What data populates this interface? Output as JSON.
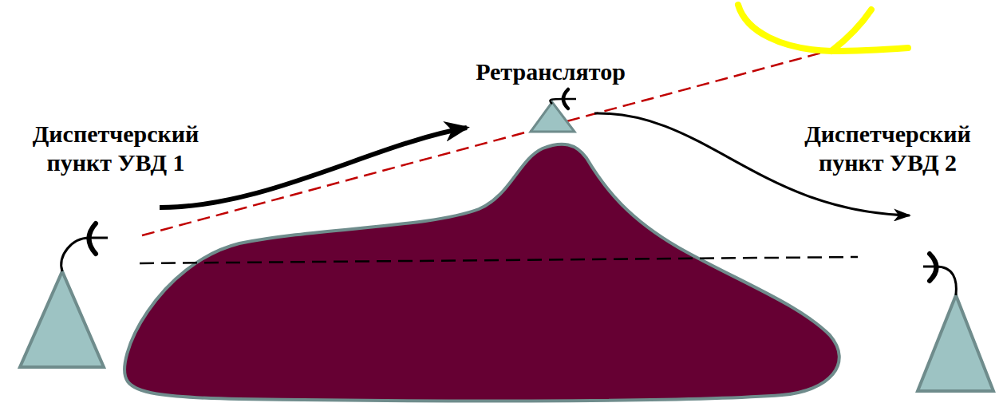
{
  "diagram": {
    "nodes": [
      {
        "text": [
          "Диспетчерский пункт УВД 1"
        ]
      },
      {
        "text": [
          "Ретранслятор"
        ]
      },
      {
        "text": [
          "Диспетчерский пункт УВД 2"
        ]
      }
    ],
    "edges": [
      {
        "from": 0,
        "to": 1,
        "arrow": "to"
      },
      {
        "from": 1,
        "to": 2,
        "arrow": "to"
      },
      {
        "from": 0,
        "to": 2,
        "arrow": "none"
      }
    ]
  }
}
